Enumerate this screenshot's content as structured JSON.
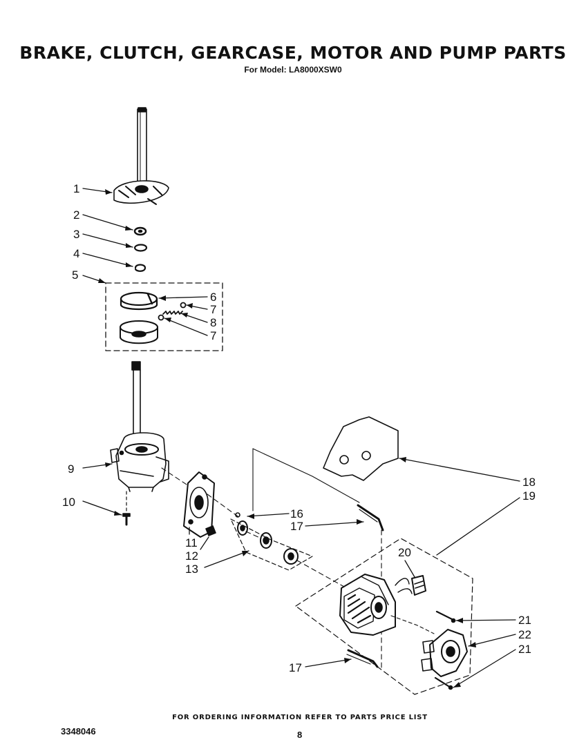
{
  "header": {
    "title": "BRAKE, CLUTCH, GEARCASE, MOTOR AND PUMP PARTS",
    "subtitle": "For Model: LA8000XSW0"
  },
  "footer": {
    "ordering_note": "FOR ORDERING INFORMATION REFER TO PARTS PRICE LIST",
    "document_number": "3348046",
    "page_number": "8"
  },
  "callouts": {
    "c1": "1",
    "c2": "2",
    "c3": "3",
    "c4": "4",
    "c5": "5",
    "c6": "6",
    "c7a": "7",
    "c8": "8",
    "c7b": "7",
    "c9": "9",
    "c10": "10",
    "c11": "11",
    "c12": "12",
    "c13": "13",
    "c16": "16",
    "c17a": "17",
    "c17b": "17",
    "c18": "18",
    "c19": "19",
    "c20": "20",
    "c21a": "21",
    "c22": "22",
    "c21b": "21"
  }
}
